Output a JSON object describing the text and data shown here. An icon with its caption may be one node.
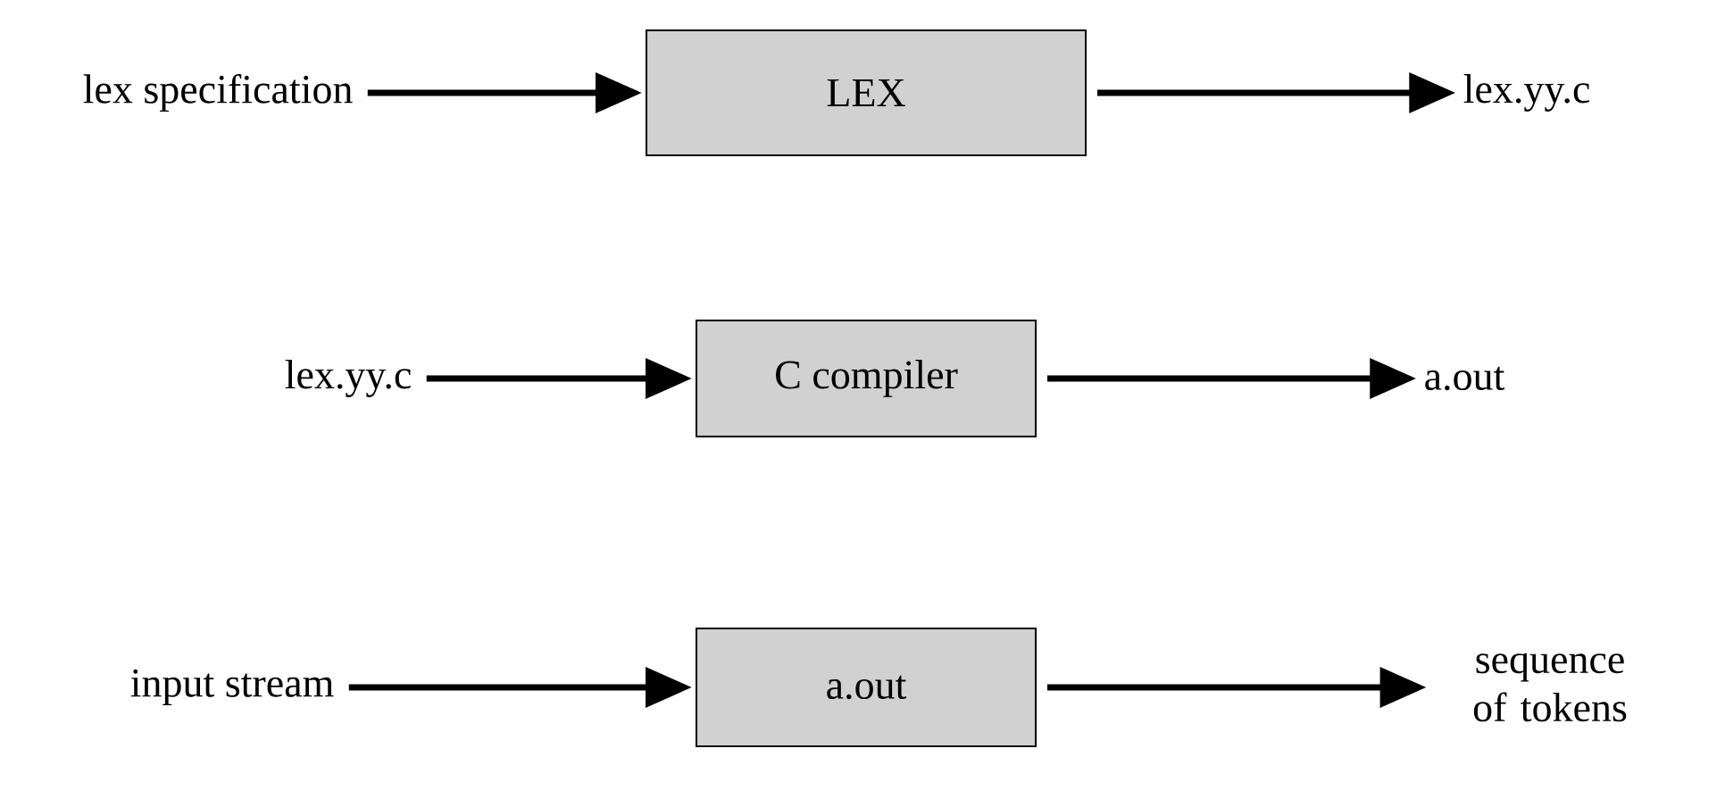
{
  "diagram": {
    "nodes": [
      {
        "text": [
          "lex specification"
        ]
      },
      {
        "text": [
          "LEX"
        ]
      },
      {
        "text": [
          "lex.yy.c"
        ]
      },
      {
        "text": [
          "lex.yy.c"
        ]
      },
      {
        "text": [
          "C compiler"
        ]
      },
      {
        "text": [
          "a.out"
        ]
      },
      {
        "text": [
          "input stream"
        ]
      },
      {
        "text": [
          "a.out"
        ]
      },
      {
        "text": [
          "sequence of tokens"
        ]
      }
    ],
    "edges": [
      {
        "from": 0,
        "to": 1,
        "arrow": "to"
      },
      {
        "from": 1,
        "to": 2,
        "arrow": "to"
      },
      {
        "from": 3,
        "to": 4,
        "arrow": "to"
      },
      {
        "from": 4,
        "to": 5,
        "arrow": "to"
      },
      {
        "from": 6,
        "to": 7,
        "arrow": "to"
      },
      {
        "from": 7,
        "to": 8,
        "arrow": "to"
      }
    ]
  }
}
